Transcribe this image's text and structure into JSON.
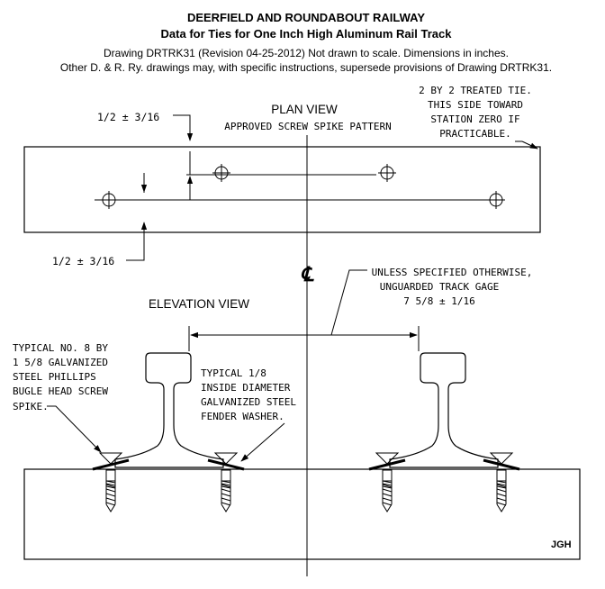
{
  "header": {
    "title": "DEERFIELD AND ROUNDABOUT RAILWAY",
    "subtitle": "Data for Ties for One Inch High Aluminum Rail Track",
    "note_line_1": "Drawing DRTRK31 (Revision 04-25-2012)   Not drawn to scale. Dimensions in inches.",
    "note_line_2": "Other D. & R. Ry. drawings may, with specific instructions, supersede provisions of Drawing DRTRK31."
  },
  "plan_view": {
    "title": "PLAN VIEW",
    "subtitle": "APPROVED SCREW SPIKE PATTERN",
    "offset_top": "1/2  ±  3/16",
    "offset_bottom": "1/2  ±  3/16",
    "tie_note": [
      "2 BY 2 TREATED TIE.",
      "THIS SIDE TOWARD",
      "STATION ZERO IF",
      "PRACTICABLE."
    ]
  },
  "centerline": {
    "symbol": "℄"
  },
  "gage_note": [
    "UNLESS SPECIFIED OTHERWISE,",
    "UNGUARDED TRACK GAGE",
    "7 5/8  ±  1/16"
  ],
  "elevation_view": {
    "title": "ELEVATION VIEW",
    "spike_note": [
      "TYPICAL NO. 8 BY",
      "1 5/8 GALVANIZED",
      "STEEL PHILLIPS",
      "BUGLE HEAD SCREW",
      "SPIKE."
    ],
    "washer_note": [
      "TYPICAL 1/8",
      "INSIDE DIAMETER",
      "GALVANIZED STEEL",
      "FENDER WASHER."
    ]
  },
  "initials": "JGH"
}
